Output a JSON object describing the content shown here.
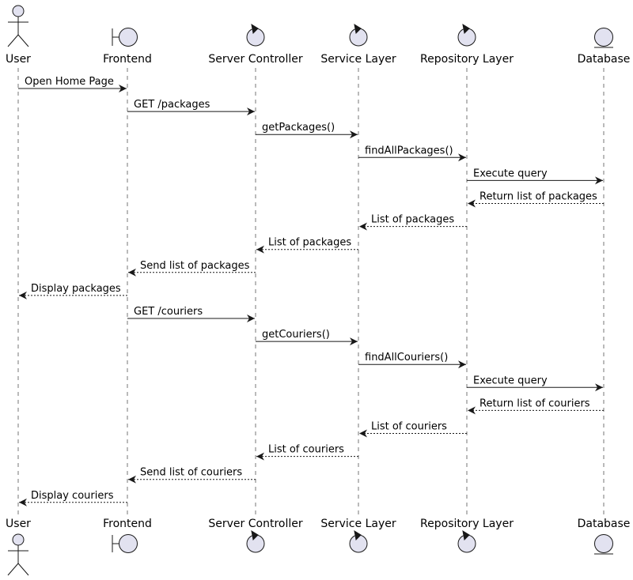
{
  "diagram": {
    "type": "sequence",
    "participants": [
      {
        "id": "user",
        "label": "User",
        "kind": "actor"
      },
      {
        "id": "frontend",
        "label": "Frontend",
        "kind": "boundary"
      },
      {
        "id": "controller",
        "label": "Server Controller",
        "kind": "control"
      },
      {
        "id": "service",
        "label": "Service Layer",
        "kind": "control"
      },
      {
        "id": "repository",
        "label": "Repository Layer",
        "kind": "control"
      },
      {
        "id": "database",
        "label": "Database",
        "kind": "entity"
      }
    ],
    "messages": [
      {
        "from": "user",
        "to": "frontend",
        "label": "Open Home Page",
        "style": "sync"
      },
      {
        "from": "frontend",
        "to": "controller",
        "label": "GET /packages",
        "style": "sync"
      },
      {
        "from": "controller",
        "to": "service",
        "label": "getPackages()",
        "style": "sync"
      },
      {
        "from": "service",
        "to": "repository",
        "label": "findAllPackages()",
        "style": "sync"
      },
      {
        "from": "repository",
        "to": "database",
        "label": "Execute query",
        "style": "sync"
      },
      {
        "from": "database",
        "to": "repository",
        "label": "Return list of packages",
        "style": "return"
      },
      {
        "from": "repository",
        "to": "service",
        "label": "List of packages",
        "style": "return"
      },
      {
        "from": "service",
        "to": "controller",
        "label": "List of packages",
        "style": "return"
      },
      {
        "from": "controller",
        "to": "frontend",
        "label": "Send list of packages",
        "style": "return"
      },
      {
        "from": "frontend",
        "to": "user",
        "label": "Display packages",
        "style": "return"
      },
      {
        "from": "frontend",
        "to": "controller",
        "label": "GET /couriers",
        "style": "sync"
      },
      {
        "from": "controller",
        "to": "service",
        "label": "getCouriers()",
        "style": "sync"
      },
      {
        "from": "service",
        "to": "repository",
        "label": "findAllCouriers()",
        "style": "sync"
      },
      {
        "from": "repository",
        "to": "database",
        "label": "Execute query",
        "style": "sync"
      },
      {
        "from": "database",
        "to": "repository",
        "label": "Return list of couriers",
        "style": "return"
      },
      {
        "from": "repository",
        "to": "service",
        "label": "List of couriers",
        "style": "return"
      },
      {
        "from": "service",
        "to": "controller",
        "label": "List of couriers",
        "style": "return"
      },
      {
        "from": "controller",
        "to": "frontend",
        "label": "Send list of couriers",
        "style": "return"
      },
      {
        "from": "frontend",
        "to": "user",
        "label": "Display couriers",
        "style": "return"
      }
    ],
    "colors": {
      "participant_fill": "#E2E2F0",
      "line": "#181818",
      "lifeline": "#555555"
    }
  }
}
